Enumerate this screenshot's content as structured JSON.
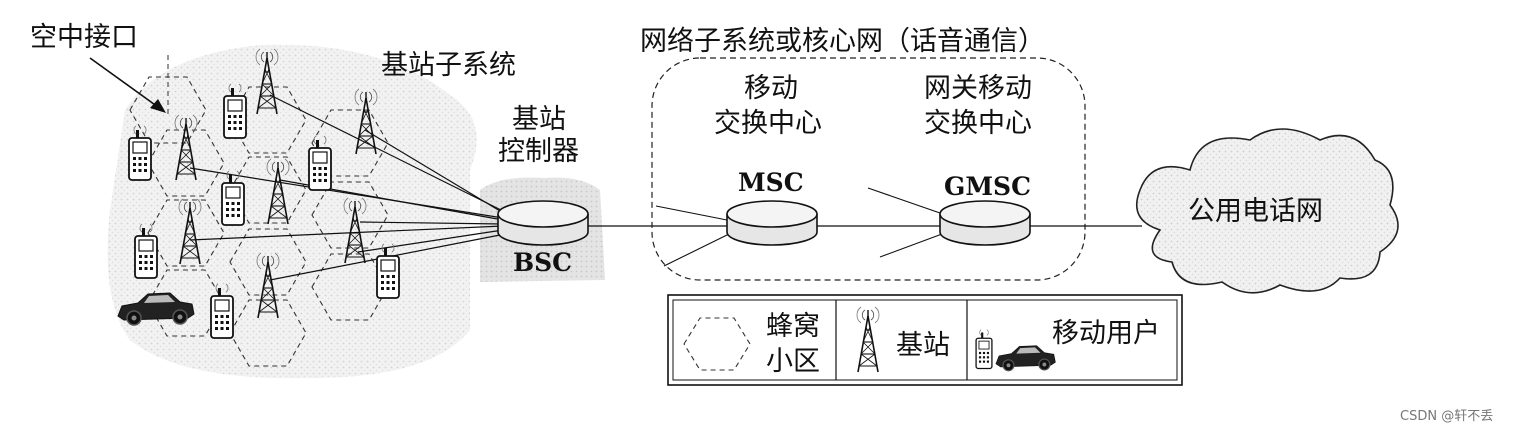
{
  "labels": {
    "air_interface": "空中接口",
    "bss": "基站子系统",
    "core_network": "网络子系统或核心网（话音通信）",
    "bsc_top_1": "基站",
    "bsc_top_2": "控制器",
    "bsc": "BSC",
    "msc_top_1": "移动",
    "msc_top_2": "交换中心",
    "msc": "MSC",
    "gmsc_top_1": "网关移动",
    "gmsc_top_2": "交换中心",
    "gmsc": "GMSC",
    "pstn": "公用电话网"
  },
  "legend": {
    "cell_1": "蜂窝",
    "cell_2": "小区",
    "base_station": "基站",
    "mobile_user": "移动用户"
  },
  "watermark": "CSDN @轩不丢",
  "icons": [
    "hex-cell-icon",
    "antenna-tower-icon",
    "mobile-phone-icon",
    "car-icon",
    "cloud-icon",
    "disk-node-icon"
  ],
  "colors": {
    "ink": "#111111",
    "shade": "#dcdcdc",
    "node_fill": "#e6e6e6"
  }
}
